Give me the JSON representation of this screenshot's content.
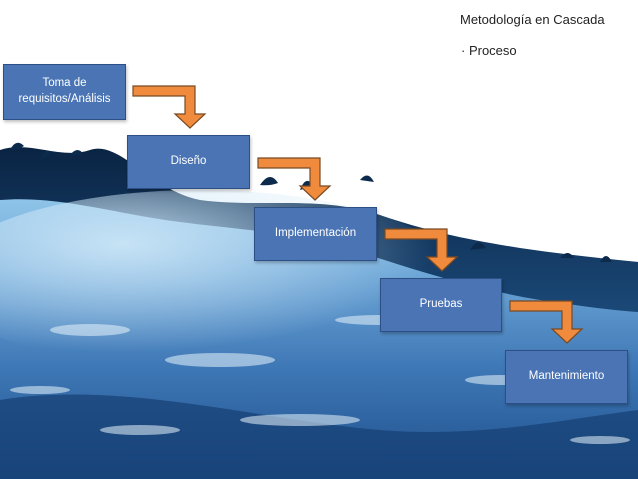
{
  "slide": {
    "title": "Metodología en Cascada",
    "bullet": "· Proceso"
  },
  "steps": [
    {
      "label": "Toma de requisitos/Análisis"
    },
    {
      "label": "Diseño"
    },
    {
      "label": "Implementación"
    },
    {
      "label": "Pruebas"
    },
    {
      "label": "Mantenimiento"
    }
  ],
  "colors": {
    "box_fill": "#4a74b4",
    "box_border": "#2c4f86",
    "arrow_fill": "#f08a3c",
    "arrow_stroke": "#7a4a22",
    "water_dark": "#0f3158",
    "water_mid": "#3b78b4",
    "water_light": "#a9d2ee"
  }
}
